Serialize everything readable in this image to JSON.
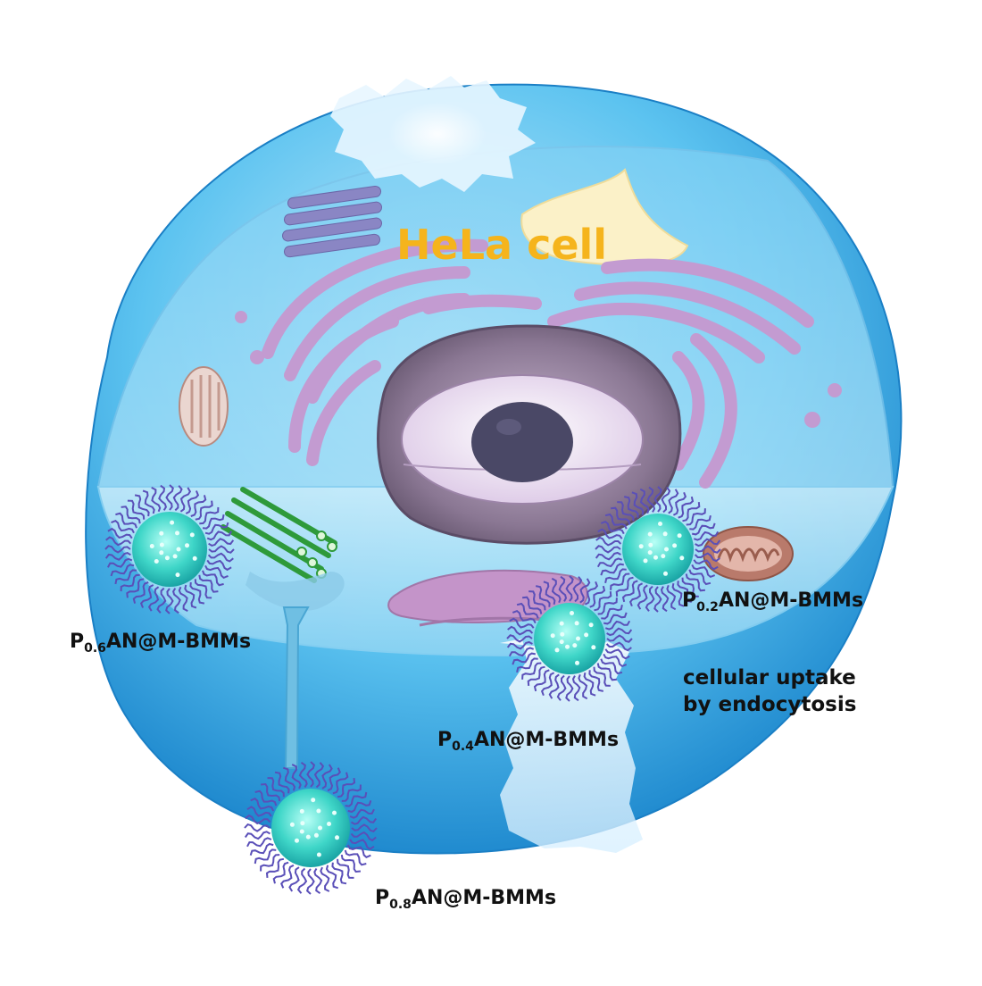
{
  "title": "HeLa cell",
  "annotation": {
    "line1": "cellular uptake",
    "line2": "by endocytosis"
  },
  "particles": [
    {
      "id": "p06",
      "prefix": "P",
      "subscript": "0.6",
      "suffix": "AN@M-BMMs"
    },
    {
      "id": "p02",
      "prefix": "P",
      "subscript": "0.2",
      "suffix": "AN@M-BMMs"
    },
    {
      "id": "p04",
      "prefix": "P",
      "subscript": "0.4",
      "suffix": "AN@M-BMMs"
    },
    {
      "id": "p08",
      "prefix": "P",
      "subscript": "0.8",
      "suffix": "AN@M-BMMs"
    }
  ],
  "colors": {
    "cell_body": "#3fb6ec",
    "cell_dark": "#1c8fd2",
    "title": "#f5b41c",
    "er": "#c39bd1",
    "nucleus": "#7a6a82",
    "nucleolus": "#4a4866",
    "nanoparticle": "#5fe0d6",
    "mitochondria": "#c9826e"
  }
}
